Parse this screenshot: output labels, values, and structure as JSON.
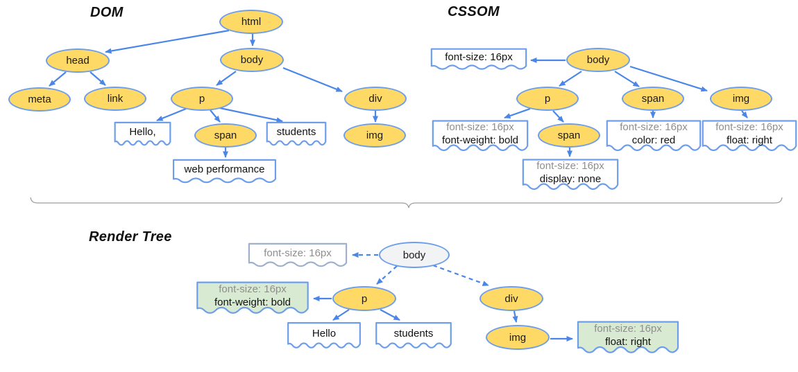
{
  "dom": {
    "title": "DOM",
    "nodes": {
      "html": "html",
      "head": "head",
      "body": "body",
      "meta": "meta",
      "link": "link",
      "p": "p",
      "div": "div",
      "span": "span",
      "img": "img"
    },
    "text_nodes": {
      "hello": "Hello,",
      "students": "students",
      "web_performance": "web performance"
    }
  },
  "cssom": {
    "title": "CSSOM",
    "nodes": {
      "body": "body",
      "p": "p",
      "span_red": "span",
      "img": "img",
      "span_none": "span"
    },
    "rules": {
      "body_fs": "font-size: 16px",
      "p_fs": "font-size: 16px",
      "p_rule": "font-weight: bold",
      "span_none_fs": "font-size: 16px",
      "span_none_rule": "display: none",
      "span_red_fs": "font-size: 16px",
      "span_red_rule": "color: red",
      "img_fs": "font-size: 16px",
      "img_rule": "float: right"
    }
  },
  "render": {
    "title": "Render Tree",
    "nodes": {
      "body": "body",
      "p": "p",
      "div": "div",
      "img": "img"
    },
    "text_nodes": {
      "hello": "Hello",
      "students": "students"
    },
    "rules": {
      "body_fs": "font-size: 16px",
      "p_fs": "font-size: 16px",
      "p_rule": "font-weight: bold",
      "img_fs": "font-size: 16px",
      "img_rule": "float: right"
    }
  },
  "colors": {
    "node_fill": "#FFD966",
    "node_stroke": "#6D9EEB",
    "arrow": "#4A86E8",
    "green_box": "#D9EAD3",
    "muted_text": "#8E8E8E"
  }
}
